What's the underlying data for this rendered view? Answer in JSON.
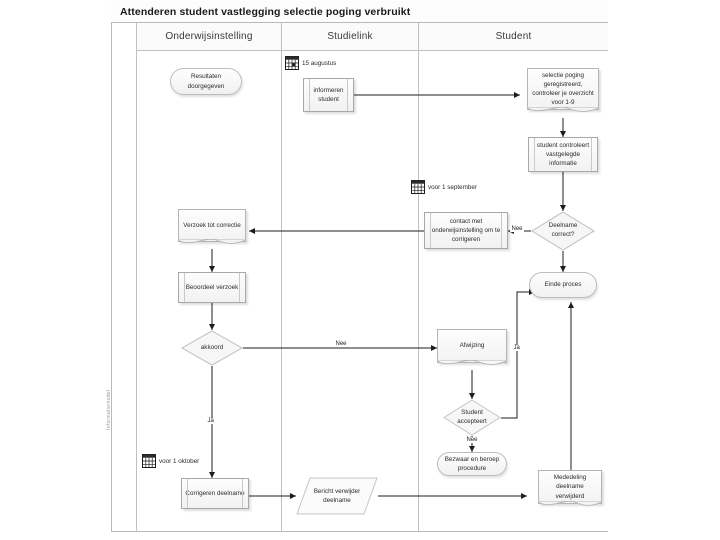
{
  "diagram": {
    "title": "Attenderen student vastlegging selectie poging verbruikt",
    "watermark": "Informatiemodel",
    "lanes": [
      {
        "id": "lane-onderwijsinstelling",
        "label": "Onderwijsinstelling"
      },
      {
        "id": "lane-studielink",
        "label": "Studielink"
      },
      {
        "id": "lane-student",
        "label": "Student"
      }
    ],
    "timers": [
      {
        "id": "timer-15-augustus",
        "label": "15 augustus"
      },
      {
        "id": "timer-voor-1-september",
        "label": "voor 1 september"
      },
      {
        "id": "timer-voor-1-oktober",
        "label": "voor 1 oktober"
      }
    ],
    "nodes": [
      {
        "id": "resultaten-doorgegeven",
        "label": "Resultaten doorgegeven",
        "shape": "oval",
        "lane": "Onderwijsinstelling"
      },
      {
        "id": "informeren-student",
        "label": "informeren student",
        "shape": "process",
        "lane": "Studielink"
      },
      {
        "id": "selectie-poging-geregistreerd",
        "label": "selectie poging geregistreerd, controleer je overzicht voor 1-9",
        "shape": "document",
        "lane": "Student"
      },
      {
        "id": "student-controleert",
        "label": "student controleert vastgelegde informatie",
        "shape": "process",
        "lane": "Student"
      },
      {
        "id": "deelname-correct",
        "label": "Deelname correct?",
        "shape": "decision",
        "lane": "Student"
      },
      {
        "id": "contact-met-onderwijsinstelling",
        "label": "contact met onderwijsinstelling om te corrigeren",
        "shape": "process",
        "lane": "Studielink"
      },
      {
        "id": "verzoek-tot-correctie",
        "label": "Verzoek tot correctie",
        "shape": "document",
        "lane": "Onderwijsinstelling"
      },
      {
        "id": "beoordeel-verzoek",
        "label": "Beoordeel verzoek",
        "shape": "process",
        "lane": "Onderwijsinstelling"
      },
      {
        "id": "akkoord",
        "label": "akkoord",
        "shape": "decision",
        "lane": "Onderwijsinstelling"
      },
      {
        "id": "einde-proces",
        "label": "Einde proces",
        "shape": "oval",
        "lane": "Student"
      },
      {
        "id": "afwijzing",
        "label": "Afwijzing",
        "shape": "document",
        "lane": "Student"
      },
      {
        "id": "student-accepteert",
        "label": "Student accepteert",
        "shape": "decision",
        "lane": "Student"
      },
      {
        "id": "bezwaar-en-beroep",
        "label": "Bezwaar en beroep procedure",
        "shape": "oval",
        "lane": "Student"
      },
      {
        "id": "corrigeren-deelname",
        "label": "Corrigeren deelname",
        "shape": "process",
        "lane": "Onderwijsinstelling"
      },
      {
        "id": "bericht-verwijder-deelname",
        "label": "Bericht verwijder deelname",
        "shape": "parallelogram",
        "lane": "Studielink"
      },
      {
        "id": "mededeling-deelname-verwijderd",
        "label": "Mededeling deelname verwijderd",
        "shape": "document",
        "lane": "Student"
      }
    ],
    "edge_labels": [
      {
        "id": "edge-label-nee-deelname",
        "label": "Nee"
      },
      {
        "id": "edge-label-nee-akkoord",
        "label": "Nee"
      },
      {
        "id": "edge-label-ja-akkoord",
        "label": "Ja"
      },
      {
        "id": "edge-label-ja-accepteert",
        "label": "Ja"
      },
      {
        "id": "edge-label-nee-accepteert",
        "label": "Nee"
      }
    ]
  }
}
